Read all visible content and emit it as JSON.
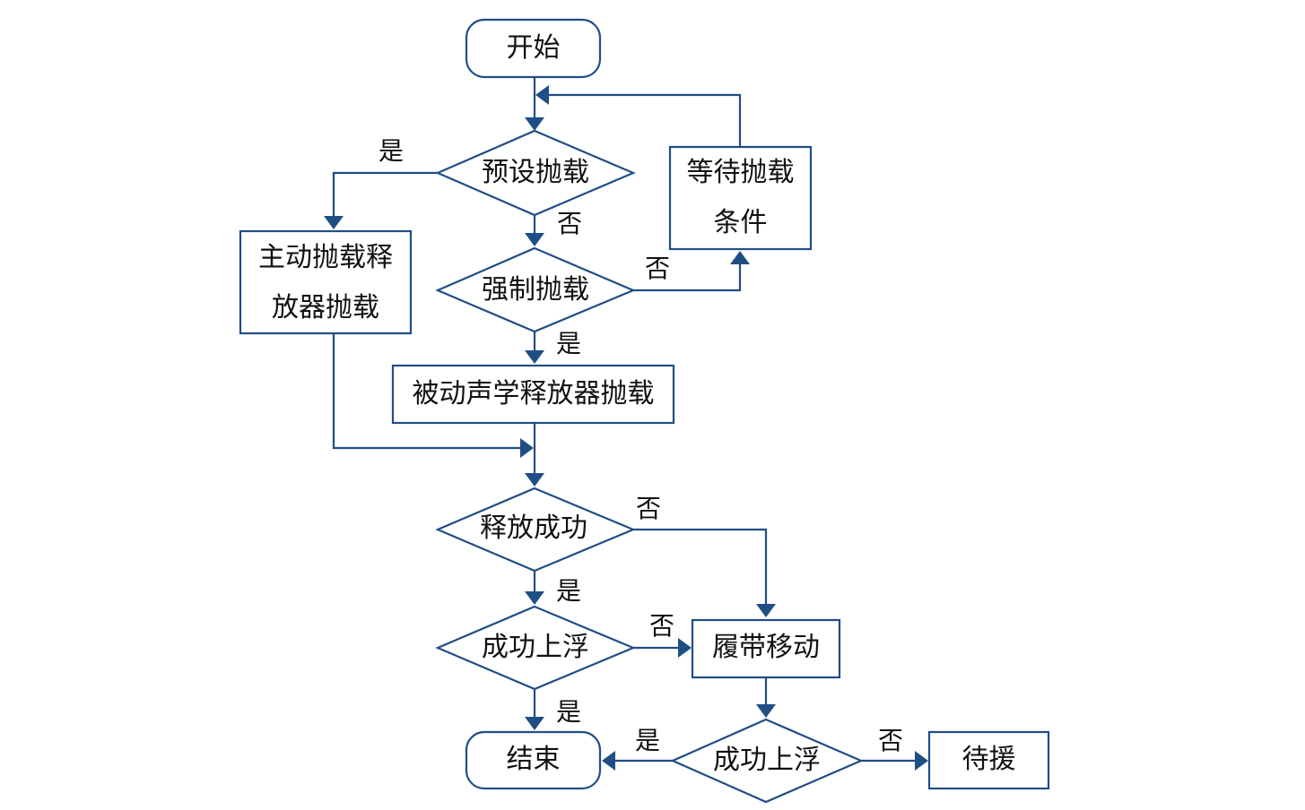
{
  "nodes": {
    "start": "开始",
    "preset_release": "预设抛载",
    "wait_line1": "等待抛载",
    "wait_line2": "条件",
    "active_line1": "主动抛载释",
    "active_line2": "放器抛载",
    "forced_release": "强制抛载",
    "passive_release": "被动声学释放器抛载",
    "release_success": "释放成功",
    "float_up_1": "成功上浮",
    "track_move": "履带移动",
    "end": "结束",
    "float_up_2": "成功上浮",
    "await_rescue": "待援"
  },
  "edges": {
    "yes": "是",
    "no": "否"
  },
  "colors": {
    "stroke": "#1f4e85",
    "text": "#111111"
  }
}
